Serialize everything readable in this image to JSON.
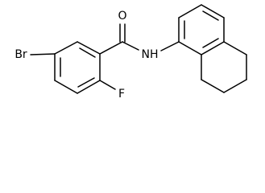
{
  "molecule": {
    "atom_labels": {
      "bromine": "Br",
      "oxygen": "O",
      "nitrogen_hydrogen": "NH",
      "fluorine": "F"
    }
  }
}
